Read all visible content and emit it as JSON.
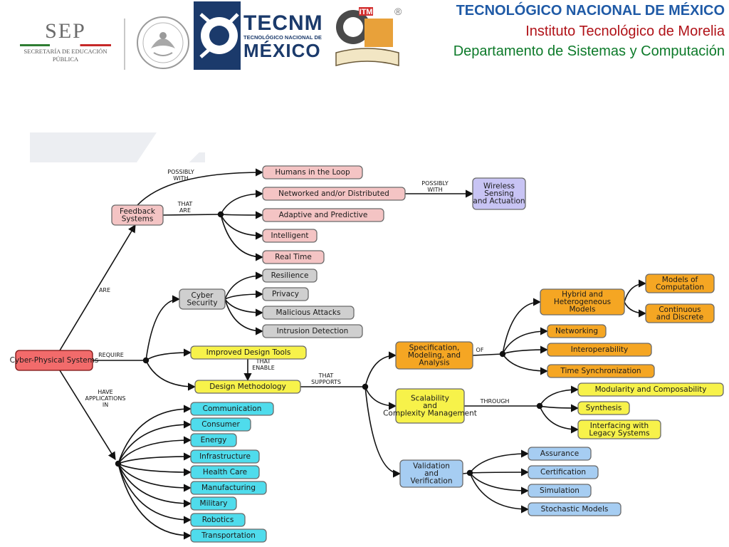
{
  "header": {
    "line1": "TECNOLÓGICO NACIONAL DE MÉXICO",
    "line2": "Instituto Tecnológico de Morelia",
    "line3": "Departamento de Sistemas y Computación",
    "sep_logo_text": "SEP",
    "sep_logo_sub": "SECRETARÍA DE EDUCACIÓN PÚBLICA",
    "tecnm_logo_text": "TECNM",
    "tecnm_logo_sub": "TECNOLÓGICO NACIONAL DE",
    "tecnm_logo_country": "MÉXICO",
    "itm_logo_text": "ITM",
    "registered_mark": "®"
  },
  "colors": {
    "red": "#f26b6b",
    "pink": "#f4c4c4",
    "gray": "#cfcfcf",
    "yellow": "#f7f24a",
    "orange": "#f5a623",
    "lavender": "#c8c4f4",
    "cyan": "#4fdcec",
    "lightblue": "#a6cdf2",
    "header_blue": "#1f5aa6",
    "header_red": "#b01218",
    "header_green": "#0d7a2a"
  },
  "diagram": {
    "nodes": [
      {
        "id": "cps",
        "label": "Cyber-Physical Systems",
        "color": "red"
      },
      {
        "id": "feedback",
        "label": "Feedback Systems",
        "color": "pink"
      },
      {
        "id": "humans",
        "label": "Humans in the Loop",
        "color": "pink"
      },
      {
        "id": "networked",
        "label": "Networked and/or Distributed",
        "color": "pink"
      },
      {
        "id": "adaptive",
        "label": "Adaptive and Predictive",
        "color": "pink"
      },
      {
        "id": "intelligent",
        "label": "Intelligent",
        "color": "pink"
      },
      {
        "id": "realtime",
        "label": "Real Time",
        "color": "pink"
      },
      {
        "id": "wireless",
        "label": "Wireless Sensing and Actuation",
        "color": "lavender"
      },
      {
        "id": "cyber",
        "label": "Cyber Security",
        "color": "gray"
      },
      {
        "id": "resilience",
        "label": "Resilience",
        "color": "gray"
      },
      {
        "id": "privacy",
        "label": "Privacy",
        "color": "gray"
      },
      {
        "id": "malicious",
        "label": "Malicious Attacks",
        "color": "gray"
      },
      {
        "id": "intrusion",
        "label": "Intrusion Detection",
        "color": "gray"
      },
      {
        "id": "improved",
        "label": "Improved Design Tools",
        "color": "yellow"
      },
      {
        "id": "designmeth",
        "label": "Design Methodology",
        "color": "yellow"
      },
      {
        "id": "spec",
        "label": "Specification, Modeling, and Analysis",
        "color": "orange"
      },
      {
        "id": "hybrid",
        "label": "Hybrid and Heterogeneous Models",
        "color": "orange"
      },
      {
        "id": "models",
        "label": "Models of Computation",
        "color": "orange"
      },
      {
        "id": "continuous",
        "label": "Continuous and Discrete",
        "color": "orange"
      },
      {
        "id": "networking",
        "label": "Networking",
        "color": "orange"
      },
      {
        "id": "interop",
        "label": "Interoperability",
        "color": "orange"
      },
      {
        "id": "timesync",
        "label": "Time Synchronization",
        "color": "orange"
      },
      {
        "id": "scal",
        "label": "Scalability and Complexity Management",
        "color": "yellow"
      },
      {
        "id": "modularity",
        "label": "Modularity and Composability",
        "color": "yellow"
      },
      {
        "id": "synthesis",
        "label": "Synthesis",
        "color": "yellow"
      },
      {
        "id": "legacy",
        "label": "Interfacing with Legacy Systems",
        "color": "yellow"
      },
      {
        "id": "validation",
        "label": "Validation and Verification",
        "color": "lightblue"
      },
      {
        "id": "assurance",
        "label": "Assurance",
        "color": "lightblue"
      },
      {
        "id": "certification",
        "label": "Certification",
        "color": "lightblue"
      },
      {
        "id": "simulation",
        "label": "Simulation",
        "color": "lightblue"
      },
      {
        "id": "stochastic",
        "label": "Stochastic Models",
        "color": "lightblue"
      },
      {
        "id": "communication",
        "label": "Communication",
        "color": "cyan"
      },
      {
        "id": "consumer",
        "label": "Consumer",
        "color": "cyan"
      },
      {
        "id": "energy",
        "label": "Energy",
        "color": "cyan"
      },
      {
        "id": "infrastructure",
        "label": "Infrastructure",
        "color": "cyan"
      },
      {
        "id": "healthcare",
        "label": "Health Care",
        "color": "cyan"
      },
      {
        "id": "manufacturing",
        "label": "Manufacturing",
        "color": "cyan"
      },
      {
        "id": "military",
        "label": "Military",
        "color": "cyan"
      },
      {
        "id": "robotics",
        "label": "Robotics",
        "color": "cyan"
      },
      {
        "id": "transportation",
        "label": "Transportation",
        "color": "cyan"
      }
    ],
    "edge_labels": [
      {
        "id": "are",
        "text": "ARE"
      },
      {
        "id": "require",
        "text": "REQUIRE"
      },
      {
        "id": "have_apps",
        "text": "HAVE APPLICATIONS IN"
      },
      {
        "id": "possibly_with_1",
        "text": "POSSIBLY WITH"
      },
      {
        "id": "that_are",
        "text": "THAT ARE"
      },
      {
        "id": "possibly_with_2",
        "text": "POSSIBLY WITH"
      },
      {
        "id": "that_enable",
        "text": "THAT ENABLE"
      },
      {
        "id": "that_supports",
        "text": "THAT SUPPORTS"
      },
      {
        "id": "of",
        "text": "OF"
      },
      {
        "id": "through",
        "text": "THROUGH"
      }
    ]
  }
}
